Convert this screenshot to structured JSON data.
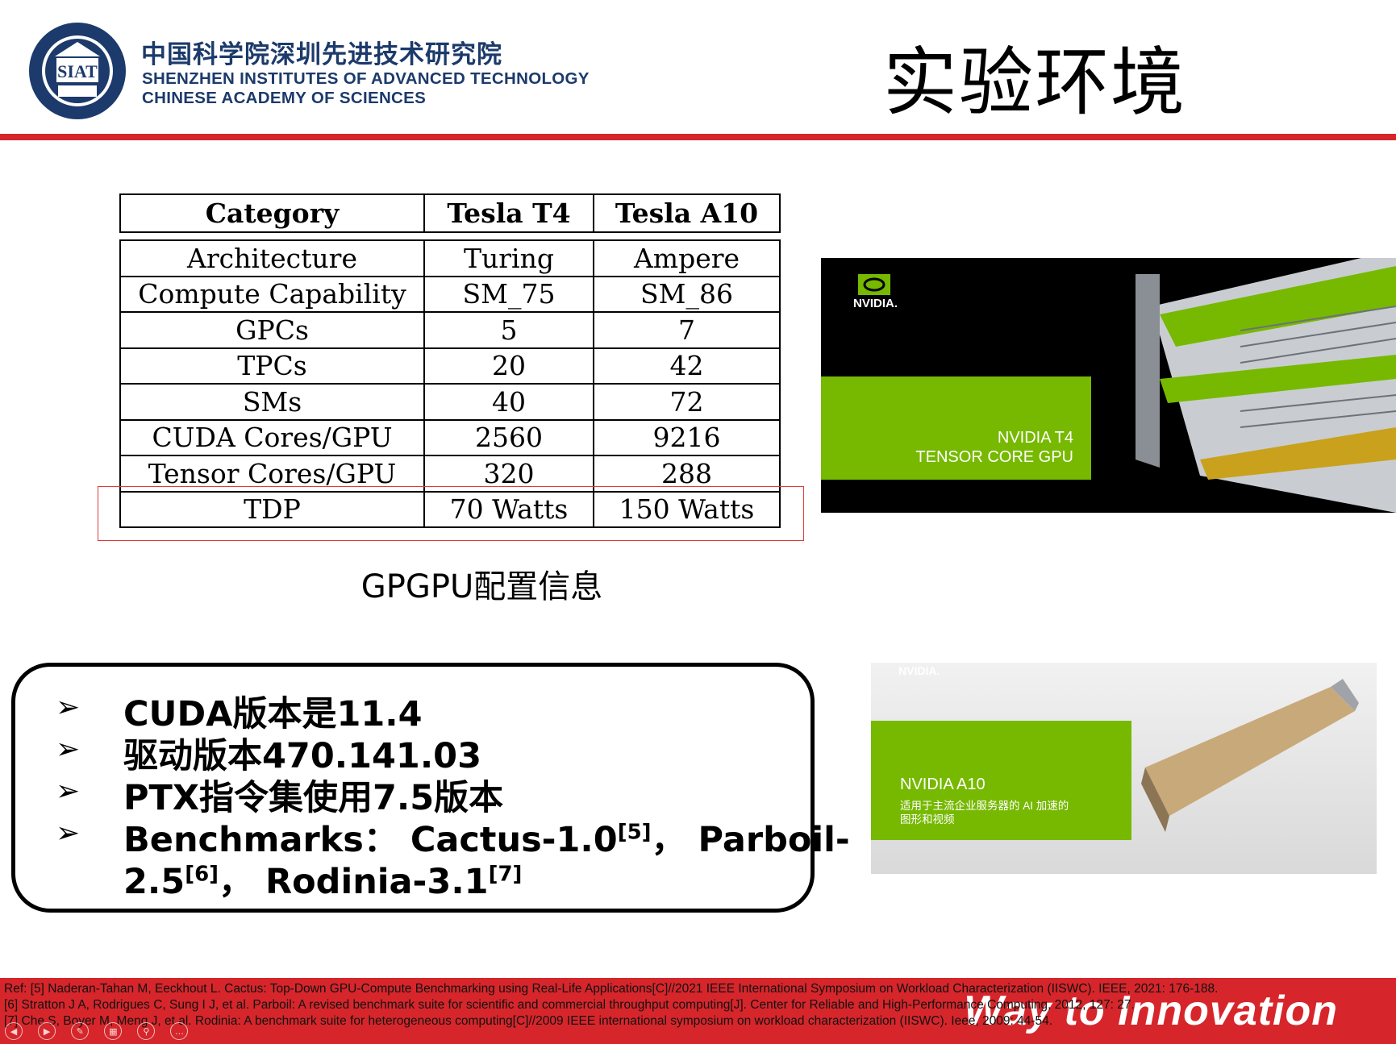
{
  "header": {
    "logo_text": "SIAT",
    "institute_cn": "中国科学院深圳先进技术研究院",
    "institute_en_line1": "SHENZHEN INSTITUTES OF ADVANCED TECHNOLOGY",
    "institute_en_line2": "CHINESE ACADEMY OF SCIENCES",
    "slide_title": "实验环境"
  },
  "table": {
    "headers": [
      "Category",
      "Tesla T4",
      "Tesla A10"
    ],
    "rows": [
      [
        "Architecture",
        "Turing",
        "Ampere"
      ],
      [
        "Compute Capability",
        "SM_75",
        "SM_86"
      ],
      [
        "GPCs",
        "5",
        "7"
      ],
      [
        "TPCs",
        "20",
        "42"
      ],
      [
        "SMs",
        "40",
        "72"
      ],
      [
        "CUDA Cores/GPU",
        "2560",
        "9216"
      ],
      [
        "Tensor Cores/GPU",
        "320",
        "288"
      ],
      [
        "TDP",
        "70 Watts",
        "150 Watts"
      ]
    ],
    "caption": "GPGPU配置信息"
  },
  "images": {
    "t4_brand": "NVIDIA.",
    "t4_name": "NVIDIA T4",
    "t4_subtitle": "TENSOR CORE GPU",
    "a10_brand": "NVIDIA.",
    "a10_name": "NVIDIA A10",
    "a10_desc_line1": "适用于主流企业服务器的 AI 加速的",
    "a10_desc_line2": "图形和视频"
  },
  "info": {
    "bullet_symbol": "➢",
    "items": [
      "CUDA版本是11.4",
      "驱动版本470.141.03",
      "PTX指令集使用7.5版本"
    ],
    "benchmarks_prefix": "Benchmarks：  Cactus-1.0",
    "benchmarks_ref5": "[5]",
    "benchmarks_mid": "，  Parboil-",
    "benchmarks_line2_a": "2.5",
    "benchmarks_ref6": "[6]",
    "benchmarks_line2_b": "，  Rodinia-3.1",
    "benchmarks_ref7": "[7]"
  },
  "footer": {
    "ref1": "Ref: [5] Naderan-Tahan M, Eeckhout L. Cactus: Top-Down GPU-Compute Benchmarking using Real-Life Applications[C]//2021 IEEE International Symposium on Workload Characterization (IISWC). IEEE, 2021: 176-188.",
    "ref2": "[6] Stratton J A, Rodrigues C, Sung I J, et al. Parboil: A revised benchmark suite for scientific and commercial throughput computing[J]. Center for Reliable and High-Performance Computing, 2012, 127: 27.",
    "ref3": "[7] Che S, Boyer M, Meng J, et al. Rodinia: A benchmark suite for heterogeneous computing[C]//2009 IEEE international symposium on workload characterization (IISWC). Ieee, 2009: 44-54.",
    "slogan": "Way to Innovation"
  },
  "colors": {
    "brand_red": "#d6262b",
    "nvidia_green": "#76b900",
    "institute_blue": "#1c3a6b"
  },
  "player_controls": [
    "prev-icon",
    "play-icon",
    "pen-icon",
    "slides-icon",
    "zoom-icon",
    "more-icon"
  ]
}
